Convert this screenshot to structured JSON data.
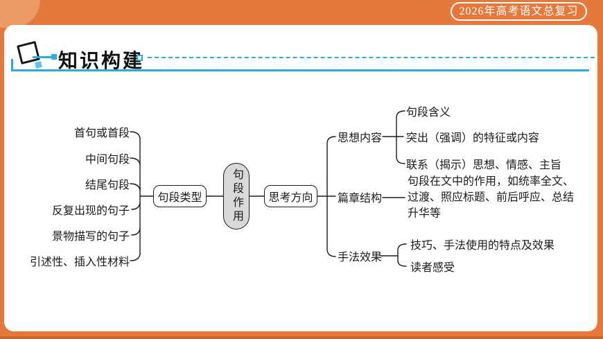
{
  "banner": {
    "label": "2026年高考语文总复习"
  },
  "header": {
    "title": "知识构建"
  },
  "mindmap": {
    "root": "句段作用",
    "left_group_label": "句段类型",
    "right_group_label": "思考方向",
    "left_items": [
      "首句或首段",
      "中间句段",
      "结尾句段",
      "反复出现的句子",
      "景物描写的句子",
      "引述性、插入性材料"
    ],
    "branches": [
      {
        "label": "思想内容",
        "leaves": [
          "句段含义",
          "突出（强调）的特征或内容",
          "联系（揭示）思想、情感、主旨"
        ]
      },
      {
        "label": "篇章结构",
        "leaves": [
          "句段在文中的作用，如统率全文、过渡、照应标题、前后呼应、总结升华等"
        ]
      },
      {
        "label": "手法效果",
        "leaves": [
          "技巧、手法使用的特点及效果",
          "读者感受"
        ]
      }
    ]
  },
  "icons": {
    "header_icon": "tilted-square-with-arrow-icon",
    "dash_marker": "small-square-marker"
  },
  "colors": {
    "frame_orange": "#E5793B",
    "frame_orange_light": "#EC9964",
    "frame_orange_dark": "#C9662D",
    "accent_cyan": "#29ABE2",
    "ink": "#1A1A1A",
    "capsule_fill": "#D9D9D9",
    "badge_text": "#FFFFFF"
  }
}
